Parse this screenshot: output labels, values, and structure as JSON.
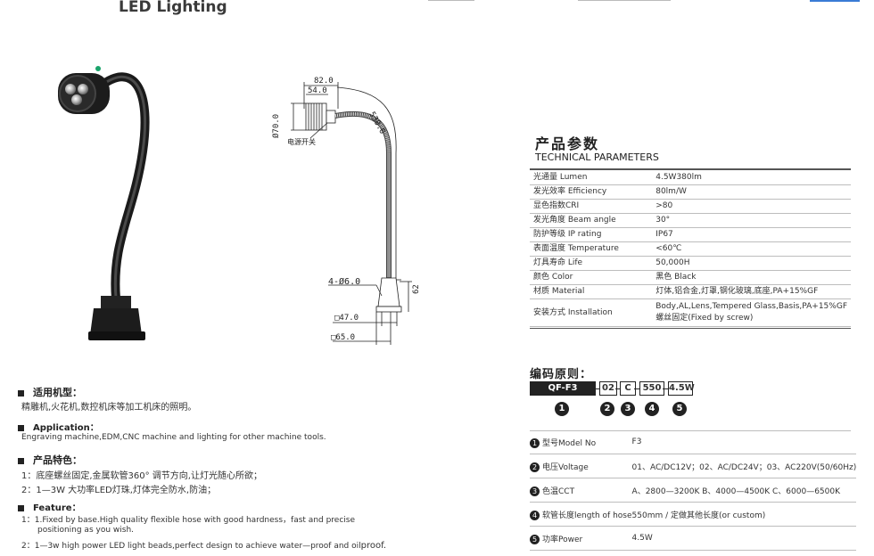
{
  "page_title": "LED Lighting",
  "drawing": {
    "dim_82": "82.0",
    "dim_54": "54.0",
    "dim_70": "Ø70.0",
    "dim_530": "530.0",
    "switch_label": "电源开关",
    "dim_hole": "4-Ø6.0",
    "dim_62": "62",
    "dim_47": "□47.0",
    "dim_65": "□65.0"
  },
  "left_sections": {
    "apply_cn_head": "适用机型：",
    "apply_cn_text": "精雕机,火花机,数控机床等加工机床的照明。",
    "apply_en_head": "Application：",
    "apply_en_text": "Engraving machine,EDM,CNC machine and lighting for other machine tools.",
    "feature_cn_head": "产品特色：",
    "feature_cn_1": "1：底座螺丝固定,金属软管360° 调节方向,让灯光随心所欲；",
    "feature_cn_2": "2：1—3W 大功率LED灯珠,灯体完全防水,防油；",
    "feature_en_head": "Feature：",
    "feature_en_1a": "1：1.Fixed by base.High quality flexible hose with good hardness，fast and precise",
    "feature_en_1b": "positioning as you wish.",
    "feature_en_2": "2：1—3w high power LED light beads,perfect design to achieve water—proof and oil",
    "feature_en_2b": "proof."
  },
  "params": {
    "title_cn": "产品参数",
    "title_en": "TECHNICAL PARAMETERS",
    "rows": [
      {
        "k": "光通量  Lumen",
        "v": "4.5W380lm"
      },
      {
        "k": "发光效率  Efficiency",
        "v": "80lm/W"
      },
      {
        "k": "显色指数CRI",
        "v": ">80"
      },
      {
        "k": "发光角度  Beam angle",
        "v": "30°"
      },
      {
        "k": "防护等级  IP rating",
        "v": "IP67"
      },
      {
        "k": "表面温度  Temperature",
        "v": "<60℃"
      },
      {
        "k": "灯具寿命  Life",
        "v": "50,000H"
      },
      {
        "k": "颜色  Color",
        "v": "黑色 Black"
      },
      {
        "k": "材质  Material",
        "v": "灯体,铝合金,灯罩,钢化玻璃,底座,PA+15%GF"
      }
    ],
    "install_k": "安装方式  Installation",
    "install_v1": "Body,AL,Lens,Tempered Glass,Basis,PA+15%GF",
    "install_v2": "螺丝固定(Fixed by screw)"
  },
  "coding": {
    "title": "编码原则：",
    "boxes": [
      "QF-F3",
      "02",
      "C",
      "550",
      "4.5W"
    ],
    "circles": [
      "1",
      "2",
      "3",
      "4",
      "5"
    ],
    "rows": [
      {
        "n": "1",
        "k": "型号Model No",
        "v": "F3"
      },
      {
        "n": "2",
        "k": "电压Voltage",
        "v": "01、AC/DC12V；02、AC/DC24V；03、AC220V(50/60Hz)"
      },
      {
        "n": "3",
        "k": "色温CCT",
        "v": "A、2800—3200K  B、4000—4500K  C、6000—6500K"
      },
      {
        "n": "4",
        "k": "软管长度length of hose",
        "v": "550mm / 定做其他长度(or custom)"
      },
      {
        "n": "5",
        "k": "功率Power",
        "v": "4.5W"
      }
    ]
  }
}
